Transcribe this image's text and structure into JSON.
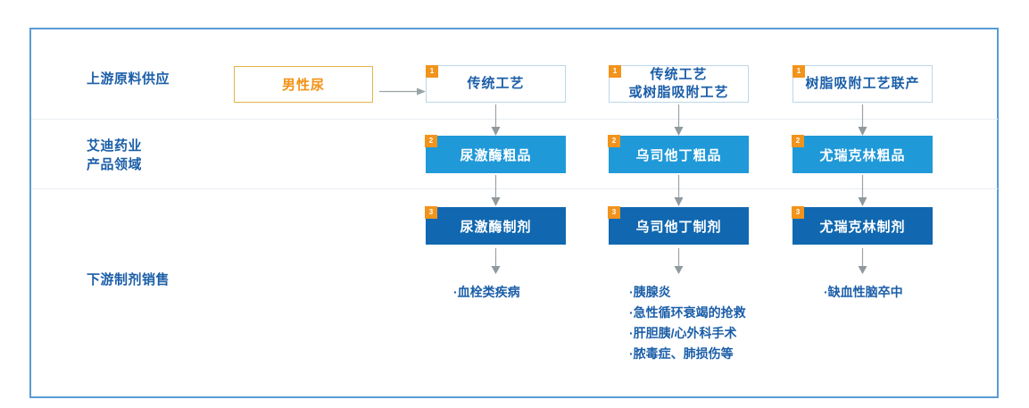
{
  "diagram": {
    "title": "",
    "colors": {
      "frame_border": "#5b9bd5",
      "label_blue": "#1b5ea8",
      "source_orange": "#f39214",
      "source_border": "#e3b44a",
      "badge_orange": "#f2941c",
      "tier2_blue": "#2099d8",
      "tier3_blue": "#1168b0",
      "tier1_border": "#bcd7ea",
      "arrow_gray": "#9aa3a8",
      "divider": "#e8eef3"
    },
    "row_labels": [
      {
        "text": "上游原料供应"
      },
      {
        "text": "艾迪药业\n产品领域"
      },
      {
        "text": "下游制剂销售"
      }
    ],
    "source": {
      "label": "男性尿"
    },
    "tier1": [
      {
        "badge": "1",
        "label": "传统工艺"
      },
      {
        "badge": "1",
        "label": "传统工艺\n或树脂吸附工艺"
      },
      {
        "badge": "1",
        "label": "树脂吸附工艺联产"
      }
    ],
    "tier2": [
      {
        "badge": "2",
        "label": "尿激酶粗品"
      },
      {
        "badge": "2",
        "label": "乌司他丁粗品"
      },
      {
        "badge": "2",
        "label": "尤瑞克林粗品"
      }
    ],
    "tier3": [
      {
        "badge": "3",
        "label": "尿激酶制剂"
      },
      {
        "badge": "3",
        "label": "乌司他丁制剂"
      },
      {
        "badge": "3",
        "label": "尤瑞克林制剂"
      }
    ],
    "indications": [
      {
        "items": [
          "·血栓类疾病"
        ]
      },
      {
        "items": [
          "·胰腺炎",
          "·急性循环衰竭的抢救",
          "·肝胆胰/心外科手术",
          "·脓毒症、肺损伤等"
        ]
      },
      {
        "items": [
          "·缺血性脑卒中"
        ]
      }
    ]
  }
}
